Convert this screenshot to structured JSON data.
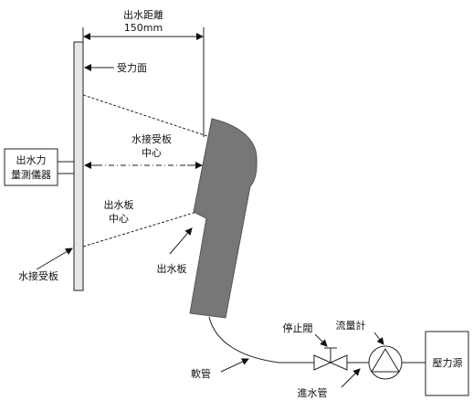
{
  "labels": {
    "distance_title": "出水距離",
    "distance_value": "150mm",
    "force_surface": "受力面",
    "plate_center_line1": "水接受板",
    "plate_center_line2": "中心",
    "sensor_line1": "出水力",
    "sensor_line2": "量測儀器",
    "nozzle_center_line1": "出水板",
    "nozzle_center_line2": "中心",
    "receiving_plate": "水接受板",
    "nozzle_plate": "出水板",
    "shutoff_valve": "停止閥",
    "flow_meter": "流量計",
    "hose": "軟管",
    "inlet_pipe": "進水管",
    "pressure_source": "壓力源"
  },
  "colors": {
    "plate_fill": "#e6e6e6",
    "nozzle_fill": "#777777",
    "line": "#222222"
  }
}
